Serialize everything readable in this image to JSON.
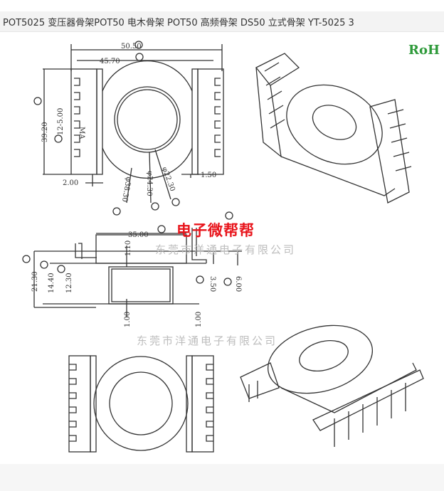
{
  "header": {
    "title": "POT5025 变压器骨架POT50 电木骨架 POT50 高频骨架 DS50 立式骨架 YT-5025   3"
  },
  "logo_rohs": "RoH",
  "brand_overlay": "电子微帮帮",
  "watermark": "东莞市洋通电子有限公司",
  "top_view": {
    "dims": [
      "50.50",
      "45.70",
      "39.20",
      "12-5.00",
      "MA",
      "2.00",
      "1.50",
      "φ38.30",
      "φ24.30",
      "φ22.30"
    ]
  },
  "side_view": {
    "dims": [
      "35.00",
      "1.10",
      "21.30",
      "14.40",
      "12.30",
      "3.50",
      "6.00",
      "1.00",
      "1.00"
    ]
  }
}
